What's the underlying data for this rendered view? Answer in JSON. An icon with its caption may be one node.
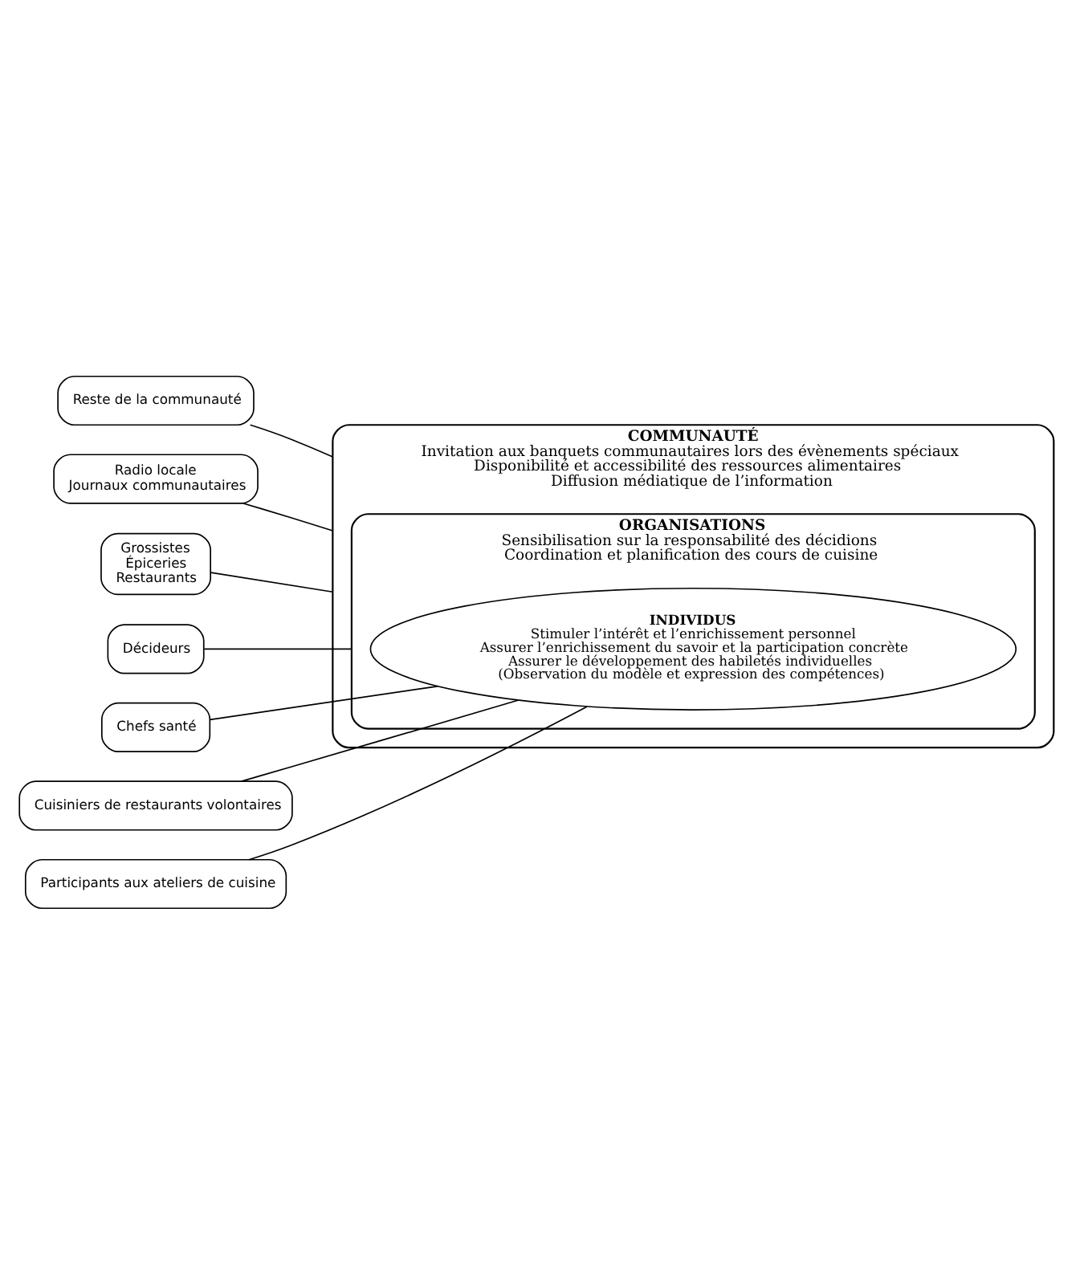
{
  "diagram": {
    "nodes": [
      {
        "text": [
          "COMMUNAUTÉ",
          "Invitation aux banquets communautaires lors des évènements spéciaux",
          "Disponibilité et accessibilité des ressources alimentaires",
          "Diffusion médiatique de l’information"
        ]
      },
      {
        "text": [
          "ORGANISATIONS",
          "Sensibilisation sur la responsabilité des décidions",
          "Coordination et planification des cours de cuisine"
        ],
        "in": 0
      },
      {
        "text": [
          "INDIVIDUS",
          "Stimuler l’intérêt et l’enrichissement personnel",
          "Assurer l’enrichissement du savoir et la participation concrète",
          "Assurer le développement des habiletés individuelles",
          "(Observation du modèle et expression des compétences)"
        ],
        "in": 1
      },
      {
        "text": [
          "Reste de la communauté"
        ]
      },
      {
        "text": [
          "Radio locale",
          "Journaux communautaires"
        ]
      },
      {
        "text": [
          "Grossistes",
          "Épiceries",
          "Restaurants"
        ]
      },
      {
        "text": [
          "Décideurs"
        ]
      },
      {
        "text": [
          "Chefs santé"
        ]
      },
      {
        "text": [
          "Cuisiniers de restaurants volontaires"
        ]
      },
      {
        "text": [
          "Participants aux ateliers de cuisine"
        ]
      }
    ],
    "edges": [
      {
        "from": 3,
        "to": 0,
        "arrow": "none"
      },
      {
        "from": 4,
        "to": 0,
        "arrow": "none"
      },
      {
        "from": 5,
        "to": 0,
        "arrow": "none"
      },
      {
        "from": 6,
        "to": 1,
        "arrow": "none"
      },
      {
        "from": 7,
        "to": 2,
        "arrow": "none"
      },
      {
        "from": 8,
        "to": 2,
        "arrow": "none"
      },
      {
        "from": 9,
        "to": 2,
        "arrow": "none"
      }
    ]
  }
}
